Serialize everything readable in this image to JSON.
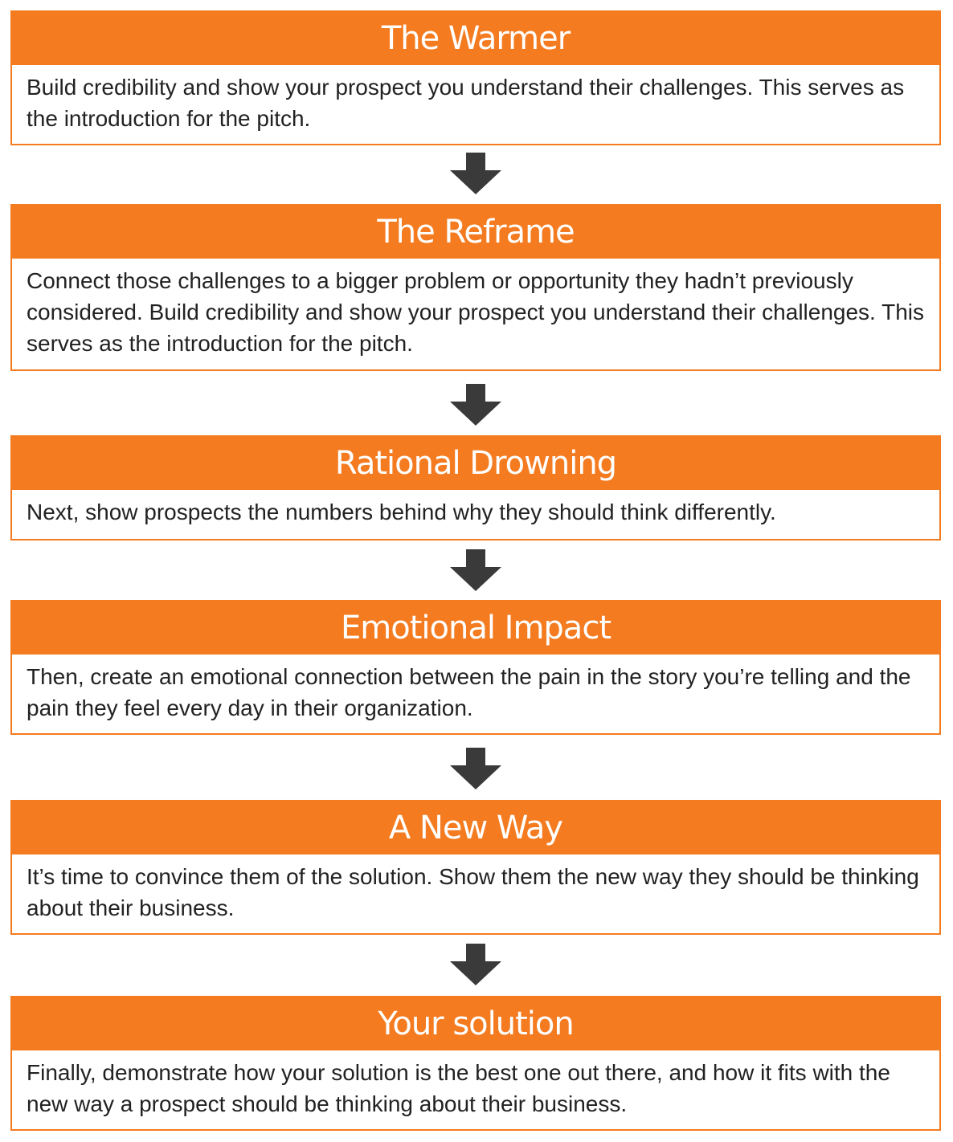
{
  "steps": [
    {
      "title": "The Warmer",
      "text": "Build credibility and show your prospect you understand their challenges. This serves as the introduction for the pitch."
    },
    {
      "title": "The Reframe",
      "text": "Connect those challenges to a bigger problem or opportunity they hadn’t previously considered. Build credibility and show your prospect you understand their challenges. This serves as the introduction for the pitch."
    },
    {
      "title": "Rational Drowning",
      "text": "Next, show prospects the numbers behind why they should think differently."
    },
    {
      "title": "Emotional Impact",
      "text": "Then, create an emotional connection between the pain in the story you’re telling and the pain they feel every day in their organization."
    },
    {
      "title": "A New Way",
      "text": "It’s time to convince them of the solution. Show them the new way they should be thinking about their business."
    },
    {
      "title": "Your solution",
      "text": "Finally, demonstrate how your solution is the best one out there, and how it fits with the new way a prospect should be thinking about their business."
    }
  ],
  "colors": {
    "header_bg": "#f47b20",
    "header_text": "#ffffff",
    "border": "#f47b20",
    "arrow": "#3a3a3a",
    "body_text": "#222222"
  },
  "icons": {
    "connector": "down-arrow-icon"
  }
}
